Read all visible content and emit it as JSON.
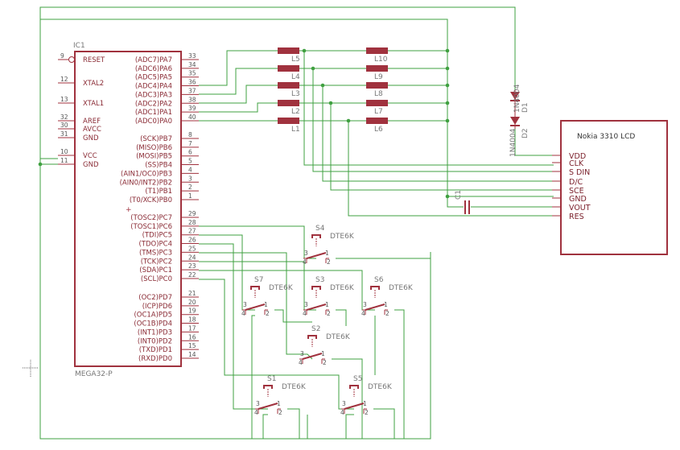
{
  "mcu": {
    "refdes": "IC1",
    "part": "MEGA32-P",
    "left_pins": [
      {
        "num": "9",
        "name": "RESET"
      },
      {
        "num": "12",
        "name": "XTAL2"
      },
      {
        "num": "13",
        "name": "XTAL1"
      },
      {
        "num": "32",
        "name": "AREF"
      },
      {
        "num": "30",
        "name": "AVCC"
      },
      {
        "num": "31",
        "name": "GND"
      },
      {
        "num": "10",
        "name": "VCC"
      },
      {
        "num": "11",
        "name": "GND"
      }
    ],
    "right_pins": [
      {
        "num": "33",
        "name": "(ADC7)PA7"
      },
      {
        "num": "34",
        "name": "(ADC6)PA6"
      },
      {
        "num": "35",
        "name": "(ADC5)PA5"
      },
      {
        "num": "36",
        "name": "(ADC4)PA4"
      },
      {
        "num": "37",
        "name": "(ADC3)PA3"
      },
      {
        "num": "38",
        "name": "(ADC2)PA2"
      },
      {
        "num": "39",
        "name": "(ADC1)PA1"
      },
      {
        "num": "40",
        "name": "(ADC0)PA0"
      },
      {
        "num": "8",
        "name": "(SCK)PB7"
      },
      {
        "num": "7",
        "name": "(MISO)PB6"
      },
      {
        "num": "6",
        "name": "(MOSI)PB5"
      },
      {
        "num": "5",
        "name": "(SS)PB4"
      },
      {
        "num": "4",
        "name": "(AIN1/OC0)PB3"
      },
      {
        "num": "3",
        "name": "(AIN0/INT2)PB2"
      },
      {
        "num": "2",
        "name": "(T1)PB1"
      },
      {
        "num": "1",
        "name": "(T0/XCK)PB0"
      },
      {
        "num": "29",
        "name": "(TOSC2)PC7"
      },
      {
        "num": "28",
        "name": "(TOSC1)PC6"
      },
      {
        "num": "27",
        "name": "(TDI)PC5"
      },
      {
        "num": "26",
        "name": "(TDO)PC4"
      },
      {
        "num": "25",
        "name": "(TMS)PC3"
      },
      {
        "num": "24",
        "name": "(TCK)PC2"
      },
      {
        "num": "23",
        "name": "(SDA)PC1"
      },
      {
        "num": "22",
        "name": "(SCL)PC0"
      },
      {
        "num": "21",
        "name": "(OC2)PD7"
      },
      {
        "num": "20",
        "name": "(ICP)PD6"
      },
      {
        "num": "19",
        "name": "(OC1A)PD5"
      },
      {
        "num": "18",
        "name": "(OC1B)PD4"
      },
      {
        "num": "17",
        "name": "(INT1)PD3"
      },
      {
        "num": "16",
        "name": "(INT0)PD2"
      },
      {
        "num": "15",
        "name": "(TXD)PD1"
      },
      {
        "num": "14",
        "name": "(RXD)PD0"
      }
    ]
  },
  "resistors": {
    "left": [
      "L5",
      "L4",
      "L3",
      "L2",
      "L1"
    ],
    "right": [
      "L10",
      "L9",
      "L8",
      "L7",
      "L6"
    ]
  },
  "diodes": {
    "d1": "D1",
    "d2": "D2",
    "d1_part": "1N4004",
    "d2_part": "1N4004"
  },
  "capacitor": {
    "label": "C1"
  },
  "lcd": {
    "title": "Nokia 3310 LCD",
    "pins": [
      "VDD",
      "CLK",
      "S DIN",
      "D/C",
      "SCE",
      "GND",
      "VOUT",
      "RES"
    ]
  },
  "switches": [
    {
      "name": "S4",
      "part": "DTE6K"
    },
    {
      "name": "S7",
      "part": "DTE6K"
    },
    {
      "name": "S3",
      "part": "DTE6K"
    },
    {
      "name": "S6",
      "part": "DTE6K"
    },
    {
      "name": "S2",
      "part": "DTE6K"
    },
    {
      "name": "S1",
      "part": "DTE6K"
    },
    {
      "name": "S5",
      "part": "DTE6K"
    }
  ],
  "switch_pin_labels": [
    "3",
    "4",
    "1",
    "2"
  ],
  "colors": {
    "symbol": "#a0323e",
    "wire": "#3fa040",
    "text_pin": "#8a2b35"
  }
}
